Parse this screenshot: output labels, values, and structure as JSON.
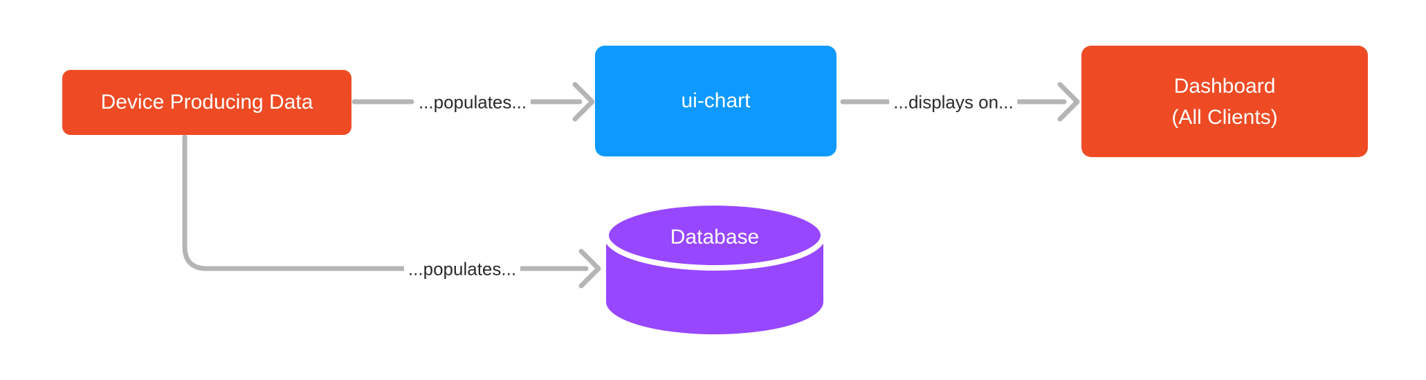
{
  "diagram": {
    "colors": {
      "node_orange": "#EE4B25",
      "node_blue": "#0D99FF",
      "node_purple": "#9747FF",
      "connector_gray": "#B5B5B5",
      "edge_label_text": "#2B2B2B",
      "node_text": "#FFFFFF",
      "background": "#FFFFFF"
    },
    "nodes": {
      "device": {
        "label": "Device Producing Data"
      },
      "ui_chart": {
        "label": "ui-chart"
      },
      "dashboard": {
        "label_line1": "Dashboard",
        "label_line2": "(All Clients)"
      },
      "database": {
        "label": "Database"
      }
    },
    "edges": {
      "device_to_uichart": {
        "label": "...populates..."
      },
      "uichart_to_dashboard": {
        "label": "...displays on..."
      },
      "device_to_database": {
        "label": "...populates..."
      }
    }
  }
}
